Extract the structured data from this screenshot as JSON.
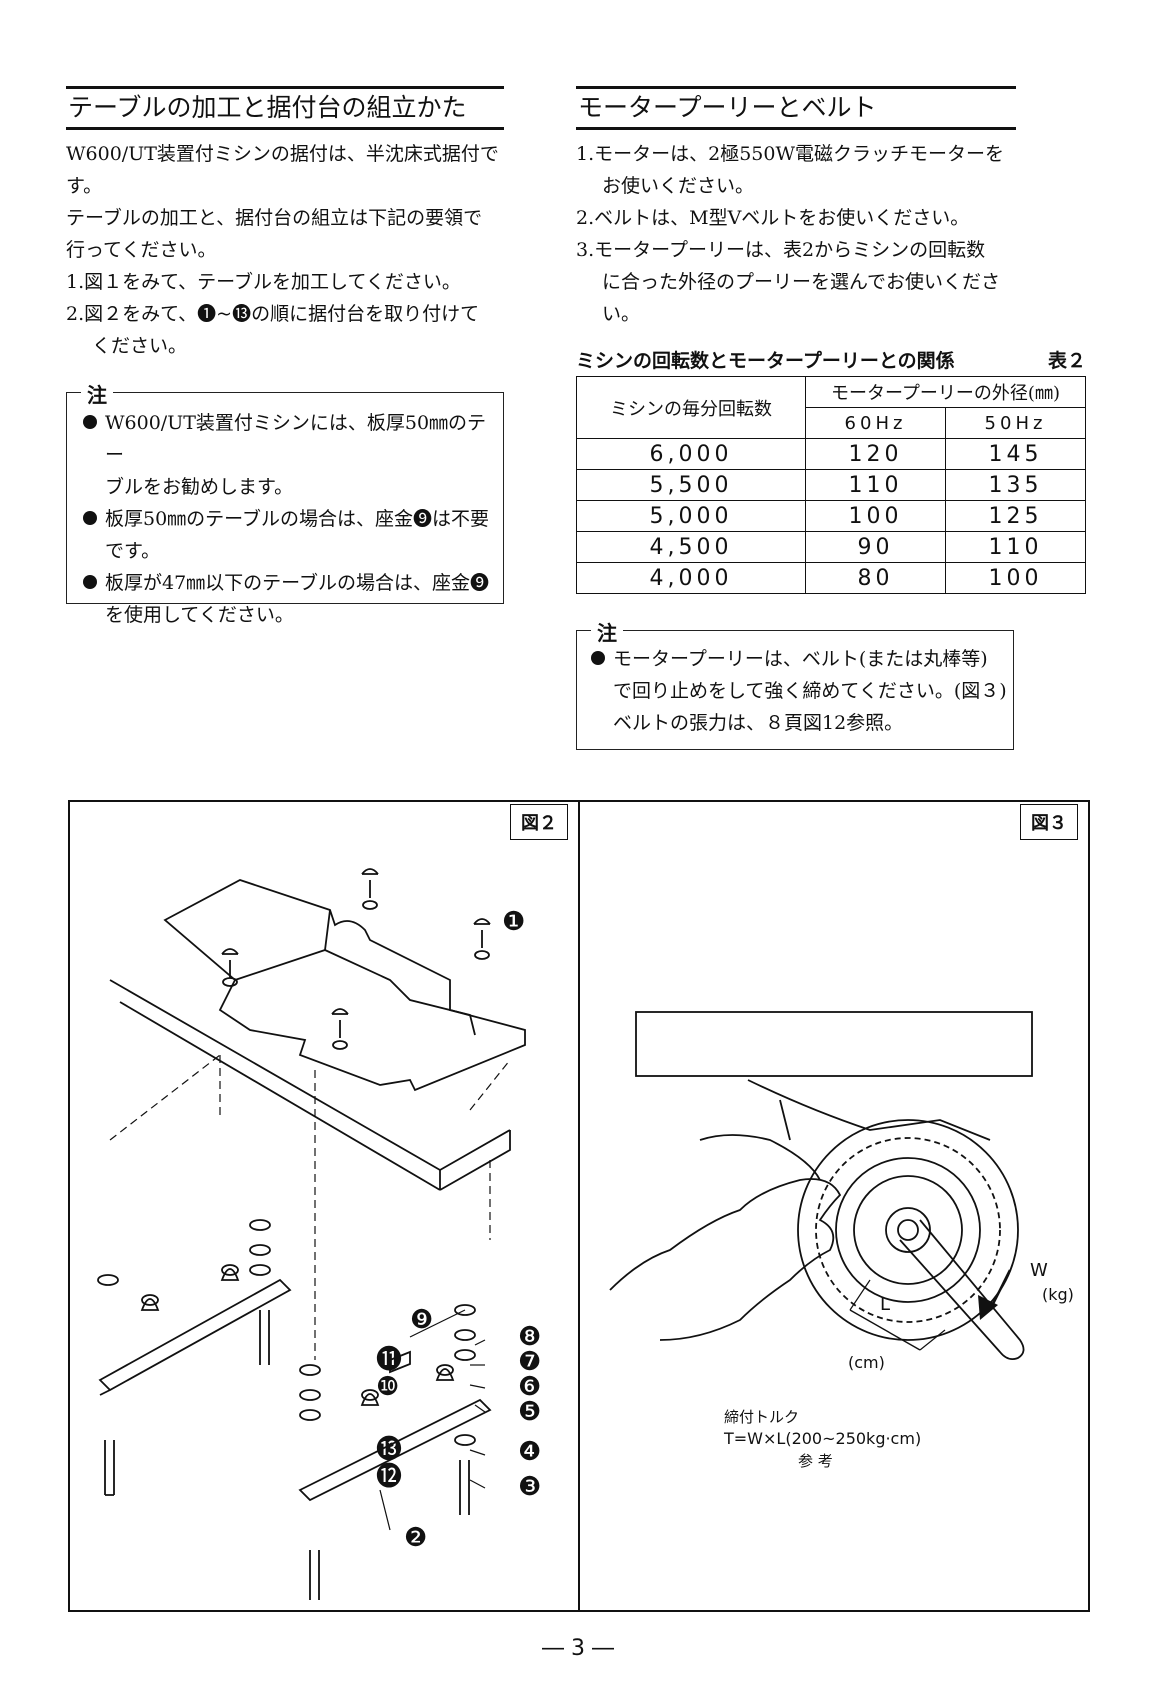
{
  "left": {
    "title": "テーブルの加工と据付台の組立かた",
    "paragraphs": [
      "W600/UT装置付ミシンの据付は、半沈床式据付で",
      "す。",
      "テーブルの加工と、据付台の組立は下記の要領で",
      "行ってください。",
      "1.図１をみて、テーブルを加工してください。",
      "2.図２をみて、❶~⓭の順に据付台を取り付けて",
      "ください。"
    ],
    "note": {
      "label": "注",
      "items": [
        [
          "W600/UT装置付ミシンには、板厚50㎜のテー",
          "ブルをお勧めします。"
        ],
        [
          "板厚50㎜のテーブルの場合は、座金❾は不要",
          "です。"
        ],
        [
          "板厚が47㎜以下のテーブルの場合は、座金❾",
          "を使用してください。"
        ]
      ]
    }
  },
  "right": {
    "title": "モータープーリーとベルト",
    "items": [
      [
        "1.モーターは、2極550W電磁クラッチモーターを",
        "お使いください。"
      ],
      [
        "2.ベルトは、M型Vベルトをお使いください。"
      ],
      [
        "3.モータープーリーは、表2からミシンの回転数",
        "に合った外径のプーリーを選んでお使いくださ",
        "い。"
      ]
    ],
    "table": {
      "caption": "ミシンの回転数とモータープーリーとの関係",
      "table_no": "表２",
      "header_rowspan": "ミシンの毎分回転数",
      "header_group": "モータープーリーの外径(㎜)",
      "header_cols": [
        "60Hz",
        "50Hz"
      ],
      "rows": [
        [
          "6,000",
          "120",
          "145"
        ],
        [
          "5,500",
          "110",
          "135"
        ],
        [
          "5,000",
          "100",
          "125"
        ],
        [
          "4,500",
          "90",
          "110"
        ],
        [
          "4,000",
          "80",
          "100"
        ]
      ]
    },
    "note": {
      "label": "注",
      "lines": [
        "モータープーリーは、ベルト(または丸棒等)",
        "で回り止めをして強く締めてください。(図３)",
        "ベルトの張力は、８頁図12参照。"
      ]
    }
  },
  "figures": {
    "fig2_label": "図２",
    "fig3_label": "図３",
    "fig2_callouts": [
      "❶",
      "❷",
      "❸",
      "❹",
      "❺",
      "❻",
      "❼",
      "❽",
      "❾",
      "❿",
      "⓫",
      "⓬",
      "⓭"
    ],
    "fig3": {
      "w_label": "W",
      "w_unit": "(kg)",
      "l_label": "L",
      "l_unit": "(cm)",
      "torque_title": "締付トルク",
      "torque_formula": "T=W×L(200~250kg·cm)",
      "torque_note": "参 考"
    }
  },
  "page_number": "― 3 ―"
}
